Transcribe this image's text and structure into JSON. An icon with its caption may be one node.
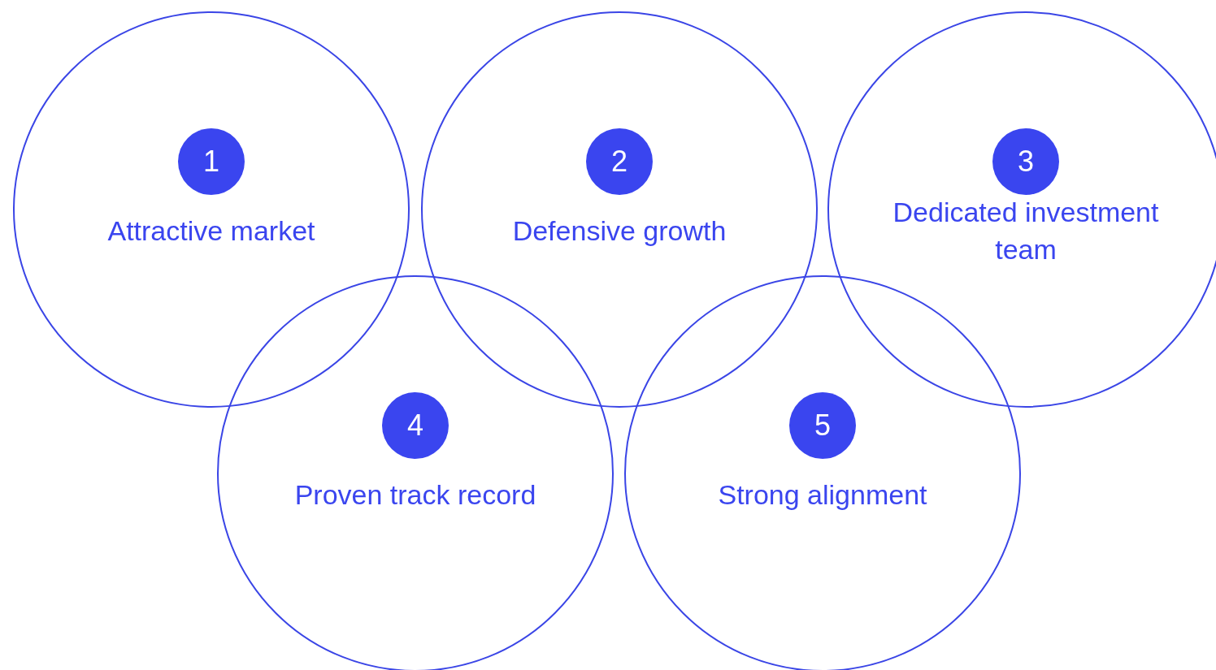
{
  "diagram": {
    "nodes": [
      {
        "text": [
          "Attractive market"
        ]
      },
      {
        "text": [
          "1"
        ],
        "in": 0
      },
      {
        "text": [
          "Defensive growth"
        ]
      },
      {
        "text": [
          "2"
        ],
        "in": 2
      },
      {
        "text": [
          "Dedicated investment team"
        ]
      },
      {
        "text": [
          "3"
        ],
        "in": 4
      },
      {
        "text": [
          "Proven track record"
        ]
      },
      {
        "text": [
          "4"
        ],
        "in": 6
      },
      {
        "text": [
          "Strong alignment"
        ]
      },
      {
        "text": [
          "5"
        ],
        "in": 8
      }
    ]
  }
}
